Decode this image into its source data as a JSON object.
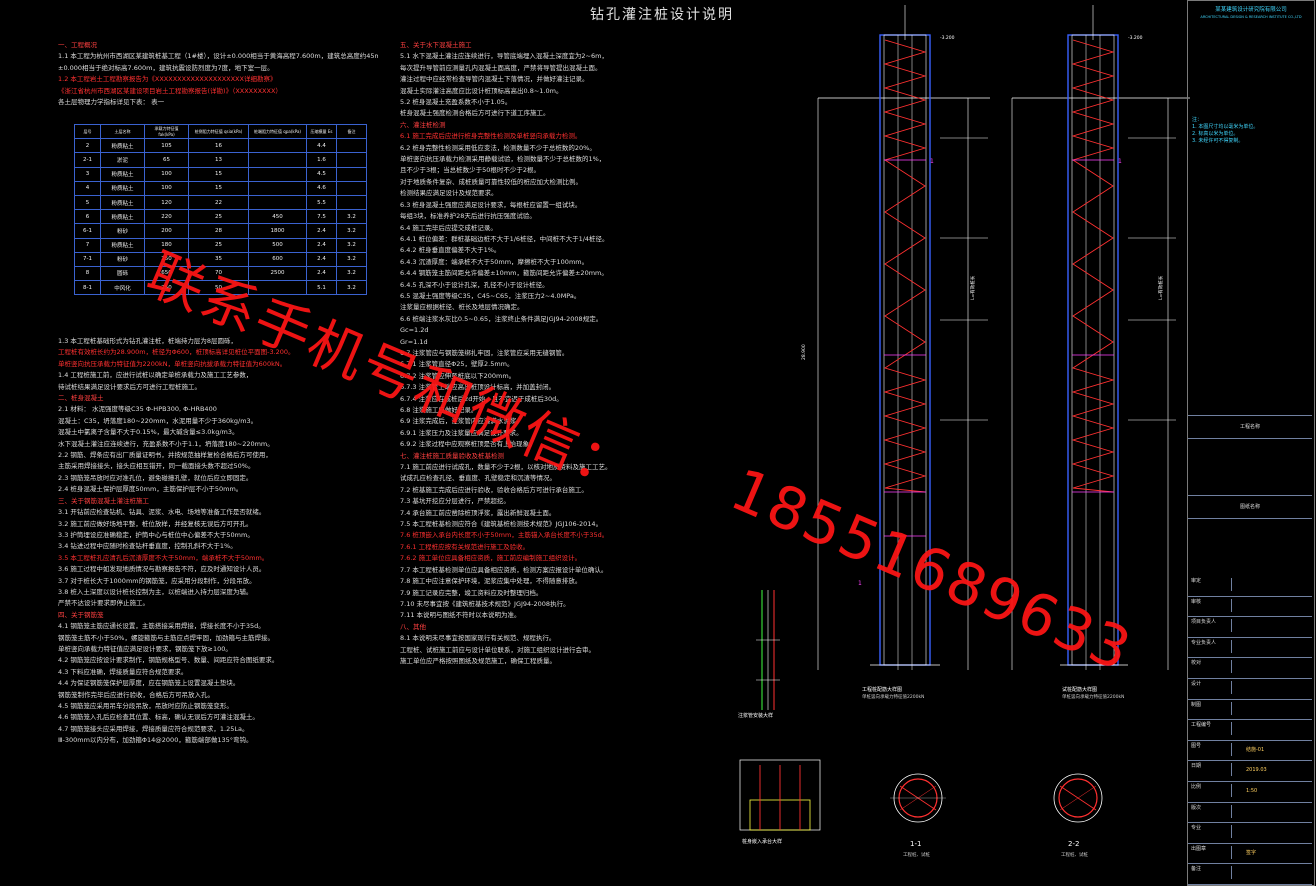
{
  "title": "钻孔灌注桩设计说明",
  "left_column": [
    {
      "t": "一、工程概况",
      "c": "sec"
    },
    {
      "t": "1.1    本工程为杭州市西湖区某建筑桩基工程（1#楼），设计±0.000相当于黄海高程7.600m，建筑总高度约45m。",
      "c": ""
    },
    {
      "t": "         ±0.000相当于绝对标高7.600m，建筑抗震设防烈度为7度，地下室一层。",
      "c": ""
    },
    {
      "t": "1.2    本工程岩土工程勘察报告为《XXXXXXXXXXXXXXXXXXXX详细勘察》",
      "c": "hl"
    },
    {
      "t": "         《浙江省杭州市西湖区某建设项目岩土工程勘察报告(详勘)》（XXXXXXXXX）",
      "c": "hl"
    },
    {
      "t": "         各土层物理力学指标详见下表：                                                        表一",
      "c": ""
    }
  ],
  "table": {
    "headers": [
      "层号",
      "土层名称",
      "承载力特征值 fak(kPa)",
      "桩侧阻力特征值 qsia(kPa)",
      "桩端阻力特征值 qpa(kPa)",
      "压缩模量 Es",
      "备注"
    ],
    "rows": [
      [
        "2",
        "粉质粘土",
        "105",
        "16",
        "",
        "4.4",
        ""
      ],
      [
        "2-1",
        "淤泥",
        "65",
        "13",
        "",
        "1.6",
        ""
      ],
      [
        "3",
        "粉质粘土",
        "100",
        "15",
        "",
        "4.5",
        ""
      ],
      [
        "4",
        "粉质粘土",
        "100",
        "15",
        "",
        "4.6",
        ""
      ],
      [
        "5",
        "粉质粘土",
        "120",
        "22",
        "",
        "5.5",
        ""
      ],
      [
        "6",
        "粉质粘土",
        "220",
        "25",
        "450",
        "7.5",
        "3.2"
      ],
      [
        "6-1",
        "粉砂",
        "200",
        "28",
        "1800",
        "2.4",
        "3.2"
      ],
      [
        "7",
        "粉质粘土",
        "180",
        "25",
        "500",
        "2.4",
        "3.2"
      ],
      [
        "7-1",
        "粉砂",
        "250",
        "35",
        "600",
        "2.4",
        "3.2"
      ],
      [
        "8",
        "圆砾",
        "650",
        "70",
        "2500",
        "2.4",
        "3.2"
      ],
      [
        "8-1",
        "中风化",
        "250",
        "50",
        "",
        "5.1",
        "3.2"
      ]
    ]
  },
  "left_column_2": [
    {
      "t": "1.3    本工程桩基础形式为钻孔灌注桩，桩端持力层为8层圆砾，",
      "c": ""
    },
    {
      "t": "         工程桩有效桩长约为28.900m，桩径为Φ600，桩顶标高详见桩位平面图-3.200。",
      "c": "hl"
    },
    {
      "t": "         单桩竖向抗压承载力特征值为2200kN，单桩竖向抗拔承载力特征值为600kN。",
      "c": "hl"
    },
    {
      "t": "1.4    工程桩施工前，应进行试桩以确定单桩承载力及施工工艺参数，",
      "c": ""
    },
    {
      "t": "         待试桩结果满足设计要求后方可进行工程桩施工。",
      "c": ""
    },
    {
      "t": "二、桩身混凝土",
      "c": "sec"
    },
    {
      "t": "2.1    材料：  水泥强度等级C35                Φ-HPB300, Φ-HRB400",
      "c": ""
    },
    {
      "t": "         混凝土：C35，坍落度180~220mm，水泥用量不少于360kg/m3。",
      "c": ""
    },
    {
      "t": "         混凝土中氯离子含量不大于0.15%，最大碱含量≤3.0kg/m3。",
      "c": ""
    },
    {
      "t": "         水下混凝土灌注应连续进行，充盈系数不小于1.1，坍落度180~220mm。",
      "c": ""
    },
    {
      "t": "2.2    钢筋、焊条应有出厂质量证明书，并按规范抽样复检合格后方可使用，",
      "c": ""
    },
    {
      "t": "         主筋采用焊接接头，接头应相互错开，同一截面接头数不超过50%。",
      "c": ""
    },
    {
      "t": "2.3    钢筋笼吊放时应对准孔位，避免碰撞孔壁，就位后应立即固定。",
      "c": ""
    },
    {
      "t": "2.4    桩身混凝土保护层厚度50mm，主筋保护层不小于50mm。",
      "c": ""
    },
    {
      "t": "三、关于钢筋混凝土灌注桩施工",
      "c": "sec"
    },
    {
      "t": "3.1    开钻前应检查钻机、钻具、泥浆、水电、场地等准备工作是否就绪。",
      "c": ""
    },
    {
      "t": "3.2    施工前应做好场地平整，桩位放样，并经复核无误后方可开孔。",
      "c": ""
    },
    {
      "t": "3.3    护筒埋设应准确稳定，护筒中心与桩位中心偏差不大于50mm。",
      "c": ""
    },
    {
      "t": "3.4    钻进过程中应随时检查钻杆垂直度，控制孔斜不大于1%。",
      "c": ""
    },
    {
      "t": "3.5    本工程桩孔应清孔后沉渣厚度不大于50mm，端承桩不大于50mm。",
      "c": "hl"
    },
    {
      "t": "3.6    施工过程中如发现地质情况与勘察报告不符，应及时通知设计人员。",
      "c": ""
    },
    {
      "t": "3.7    对于桩长大于1000mm的钢筋笼，应采用分段制作，分段吊放。",
      "c": ""
    },
    {
      "t": "3.8    桩入土深度以设计桩长控制为主，以桩端进入持力层深度为辅。",
      "c": ""
    },
    {
      "t": "         严禁不达设计要求即停止施工。",
      "c": ""
    },
    {
      "t": "四、关于钢筋笼",
      "c": "sec"
    },
    {
      "t": "4.1    钢筋笼主筋应通长设置，主筋搭接采用焊接，焊接长度不小于35d。",
      "c": ""
    },
    {
      "t": "         钢筋笼主筋不小于50%，螺旋箍筋与主筋应点焊牢固，加劲箍与主筋焊接。",
      "c": ""
    },
    {
      "t": "         单桩竖向承载力特征值应满足设计要求，钢筋笼下放≥100。",
      "c": ""
    },
    {
      "t": "4.2    钢筋笼应按设计要求制作，钢筋规格型号、数量、间距应符合图纸要求。",
      "c": ""
    },
    {
      "t": "4.3    下料应准确，焊接质量应符合规范要求。",
      "c": ""
    },
    {
      "t": "4.4    为保证钢筋笼保护层厚度，应在钢筋笼上设置混凝土垫块。",
      "c": ""
    },
    {
      "t": "         钢筋笼制作完毕后应进行验收，合格后方可吊放入孔。",
      "c": ""
    },
    {
      "t": "4.5    钢筋笼应采用吊车分段吊放，吊放时应防止钢筋笼变形。",
      "c": ""
    },
    {
      "t": "4.6    钢筋笼入孔后应检查其位置、标高，确认无误后方可灌注混凝土。",
      "c": ""
    },
    {
      "t": "4.7    钢筋笼接头应采用焊接，焊接质量应符合规范要求，1.25La。",
      "c": ""
    },
    {
      "t": "         Ⅲ-300mm以内分布，加劲箍Φ14@2000，箍筋端部做135°弯钩。",
      "c": ""
    }
  ],
  "right_column": [
    {
      "t": "五、关于水下混凝土施工",
      "c": "sec"
    },
    {
      "t": "5.1    水下混凝土灌注应连续进行，导管底端埋入混凝土深度宜为2~6m，",
      "c": ""
    },
    {
      "t": "         每次提升导管前应测量孔内混凝土面高度，严禁将导管提出混凝土面。",
      "c": ""
    },
    {
      "t": "         灌注过程中应经常检查导管内混凝土下落情况，并做好灌注记录。",
      "c": ""
    },
    {
      "t": "         混凝土实际灌注高度应比设计桩顶标高高出0.8~1.0m。",
      "c": ""
    },
    {
      "t": "5.2    桩身混凝土充盈系数不小于1.05。",
      "c": ""
    },
    {
      "t": "         桩身混凝土强度检测合格后方可进行下道工序施工。",
      "c": ""
    },
    {
      "t": "六、灌注桩检测",
      "c": "sec"
    },
    {
      "t": "6.1    施工完成后应进行桩身完整性检测及单桩竖向承载力检测。",
      "c": "hl"
    },
    {
      "t": "6.2    桩身完整性检测采用低应变法，检测数量不少于总桩数的20%。",
      "c": ""
    },
    {
      "t": "         单桩竖向抗压承载力检测采用静载试验，检测数量不少于总桩数的1%，",
      "c": ""
    },
    {
      "t": "         且不少于3根；当总桩数少于50根时不少于2根。",
      "c": ""
    },
    {
      "t": "         对于地质条件复杂、成桩质量可靠性较低的桩应加大检测比例。",
      "c": ""
    },
    {
      "t": "         检测结果应满足设计及规范要求。",
      "c": ""
    },
    {
      "t": "6.3    桩身混凝土强度应满足设计要求，每根桩应留置一组试块。",
      "c": ""
    },
    {
      "t": "         每组3块，标准养护28天后进行抗压强度试验。",
      "c": ""
    },
    {
      "t": "6.4    施工完毕后应提交成桩记录。",
      "c": ""
    },
    {
      "t": "6.4.1  桩位偏差：群桩基础边桩不大于1/6桩径，中间桩不大于1/4桩径。",
      "c": ""
    },
    {
      "t": "6.4.2  桩身垂直度偏差不大于1%。",
      "c": ""
    },
    {
      "t": "6.4.3  沉渣厚度：端承桩不大于50mm，摩擦桩不大于100mm。",
      "c": ""
    },
    {
      "t": "6.4.4  钢筋笼主筋间距允许偏差±10mm，箍筋间距允许偏差±20mm。",
      "c": ""
    },
    {
      "t": "6.4.5  孔深不小于设计孔深，孔径不小于设计桩径。",
      "c": ""
    },
    {
      "t": "6.5    混凝土强度等级C35，C45~C65，注浆压力2~4.0MPa。",
      "c": ""
    },
    {
      "t": "         注浆量应根据桩径、桩长及地层情况确定。",
      "c": ""
    },
    {
      "t": "6.6    桩端注浆水灰比0.5~0.65，注浆终止条件满足JGJ94-2008规定。",
      "c": ""
    },
    {
      "t": "         Gc=1.2d",
      "c": ""
    },
    {
      "t": "         Gr=1.1d",
      "c": ""
    },
    {
      "t": "6.7    注浆管应与钢筋笼绑扎牢固，注浆管应采用无缝钢管。",
      "c": ""
    },
    {
      "t": "6.7.1  注浆管直径Φ25，壁厚2.5mm。",
      "c": ""
    },
    {
      "t": "6.7.2  注浆管应伸至桩底以下200mm。",
      "c": ""
    },
    {
      "t": "6.7.3  注浆管上端应高出桩顶设计标高，并加盖封闭。",
      "c": ""
    },
    {
      "t": "6.7.4  注浆应在成桩后2d开始，且不宜迟于成桩后30d。",
      "c": ""
    },
    {
      "t": "6.8    注浆施工应做好记录。",
      "c": ""
    },
    {
      "t": "6.9    注浆完成后，注浆管内应灌满水泥浆。",
      "c": ""
    },
    {
      "t": "6.9.1  注浆压力及注浆量应满足设计要求。",
      "c": ""
    },
    {
      "t": "6.9.2  注浆过程中应观察桩顶是否有上抬现象。",
      "c": ""
    },
    {
      "t": "七、灌注桩施工质量验收及桩基检测",
      "c": "sec"
    },
    {
      "t": "7.1    施工前应进行试成孔，数量不少于2根，以核对地质资料及施工工艺。",
      "c": ""
    },
    {
      "t": "         试成孔应检查孔径、垂直度、孔壁稳定和沉渣等情况。",
      "c": ""
    },
    {
      "t": "7.2    桩基施工完成后应进行验收，验收合格后方可进行承台施工。",
      "c": ""
    },
    {
      "t": "7.3    基坑开挖应分层进行，严禁超挖。",
      "c": ""
    },
    {
      "t": "7.4    承台施工前应凿除桩顶浮浆，露出新鲜混凝土面。",
      "c": ""
    },
    {
      "t": "7.5    本工程桩基检测应符合《建筑基桩检测技术规范》JGJ106-2014。",
      "c": ""
    },
    {
      "t": "7.6    桩顶嵌入承台内长度不小于50mm，主筋锚入承台长度不小于35d。",
      "c": "hl"
    },
    {
      "t": "7.6.1  工程桩应按有关规范进行施工及验收。",
      "c": "hl"
    },
    {
      "t": "7.6.2  施工单位应具备相应资质，施工前应编制施工组织设计。",
      "c": "hl"
    },
    {
      "t": "7.7    本工程桩基检测单位应具备相应资质，检测方案应报设计单位确认。",
      "c": ""
    },
    {
      "t": "7.8    施工中应注意保护环境，泥浆应集中处理，不得随意排放。",
      "c": ""
    },
    {
      "t": "7.9    施工记录应完整，竣工资料应及时整理归档。",
      "c": ""
    },
    {
      "t": "7.10   未尽事宜按《建筑桩基技术规范》JGJ94-2008执行。",
      "c": ""
    },
    {
      "t": "7.11   本说明与图纸不符时以本说明为准。",
      "c": ""
    },
    {
      "t": "八、其他",
      "c": "sec"
    },
    {
      "t": "8.1    本说明未尽事宜按国家现行有关规范、规程执行。",
      "c": ""
    },
    {
      "t": "         工程桩、试桩施工前应与设计单位联系，对施工组织设计进行会审。",
      "c": ""
    },
    {
      "t": "         施工单位应严格按照图纸及规范施工，确保工程质量。",
      "c": ""
    }
  ],
  "drawing_labels": {
    "pile1": "工程桩配筋大样图",
    "pile1_sub": "单桩竖向承载力特征值2200kN",
    "pile2": "试桩配筋大样图",
    "pile2_sub": "单桩竖向承载力特征值2200kN",
    "detail1": "注浆管安装大样",
    "detail2": "桩身嵌入承台大样",
    "section1": "1-1",
    "section1_sub": "工程桩、试桩",
    "section2": "2-2",
    "section2_sub": "工程桩、试桩",
    "mark": "1",
    "elev_top": "-3.200",
    "len_label1": "28.900",
    "len_label2": "L=有效桩长"
  },
  "title_block": {
    "company": "某某建筑设计研究院有限公司",
    "company_sub": "ARCHITECTURAL DESIGN & RESEARCH INSTITUTE CO.,LTD",
    "notes_title": "注：",
    "notes": [
      "1. 本图尺寸均以毫米为单位。",
      "2. 标高以米为单位。",
      "3. 未经许可不得复制。"
    ],
    "project_label": "工程名称",
    "drawing_label": "图纸名称",
    "rows": [
      "审定",
      "审核",
      "项目负责人",
      "专业负责人",
      "校对",
      "设计",
      "制图",
      "工程编号",
      "图号",
      "日期",
      "比例",
      "版次",
      "专业",
      "出图章",
      "备注"
    ],
    "drawing_no": "结施-01",
    "date": "2019.03",
    "scale": "1:50",
    "stamp": "签字"
  },
  "watermark": {
    "line1": "联系手机号和微信：",
    "line2": "18551689633"
  }
}
